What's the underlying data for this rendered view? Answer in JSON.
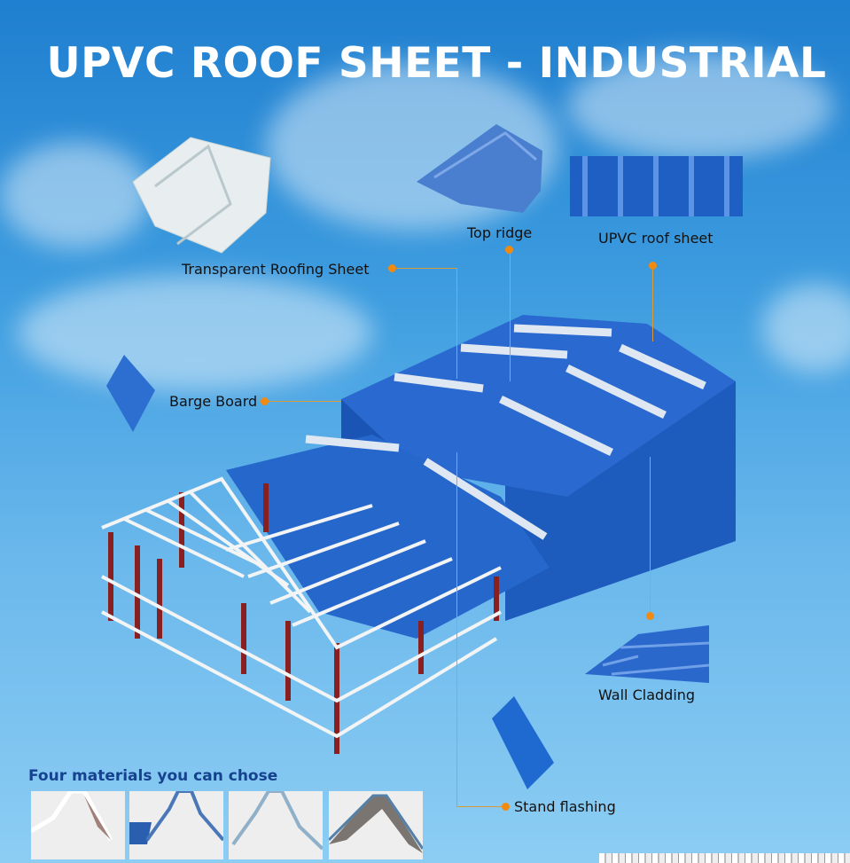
{
  "title": "UPVC ROOF SHEET - INDUSTRIAL",
  "labels": {
    "transparent": "Transparent Roofing Sheet",
    "top_ridge": "Top ridge",
    "roof_sheet": "UPVC roof sheet",
    "barge_board": "Barge Board",
    "wall_cladding": "Wall Cladding",
    "stand_flashing": "Stand flashing"
  },
  "materials": {
    "heading": "Four materials you can chose"
  },
  "colors": {
    "accent": "#f08a10",
    "roof_blue": "#1f5fc4",
    "heading": "#16418f"
  }
}
